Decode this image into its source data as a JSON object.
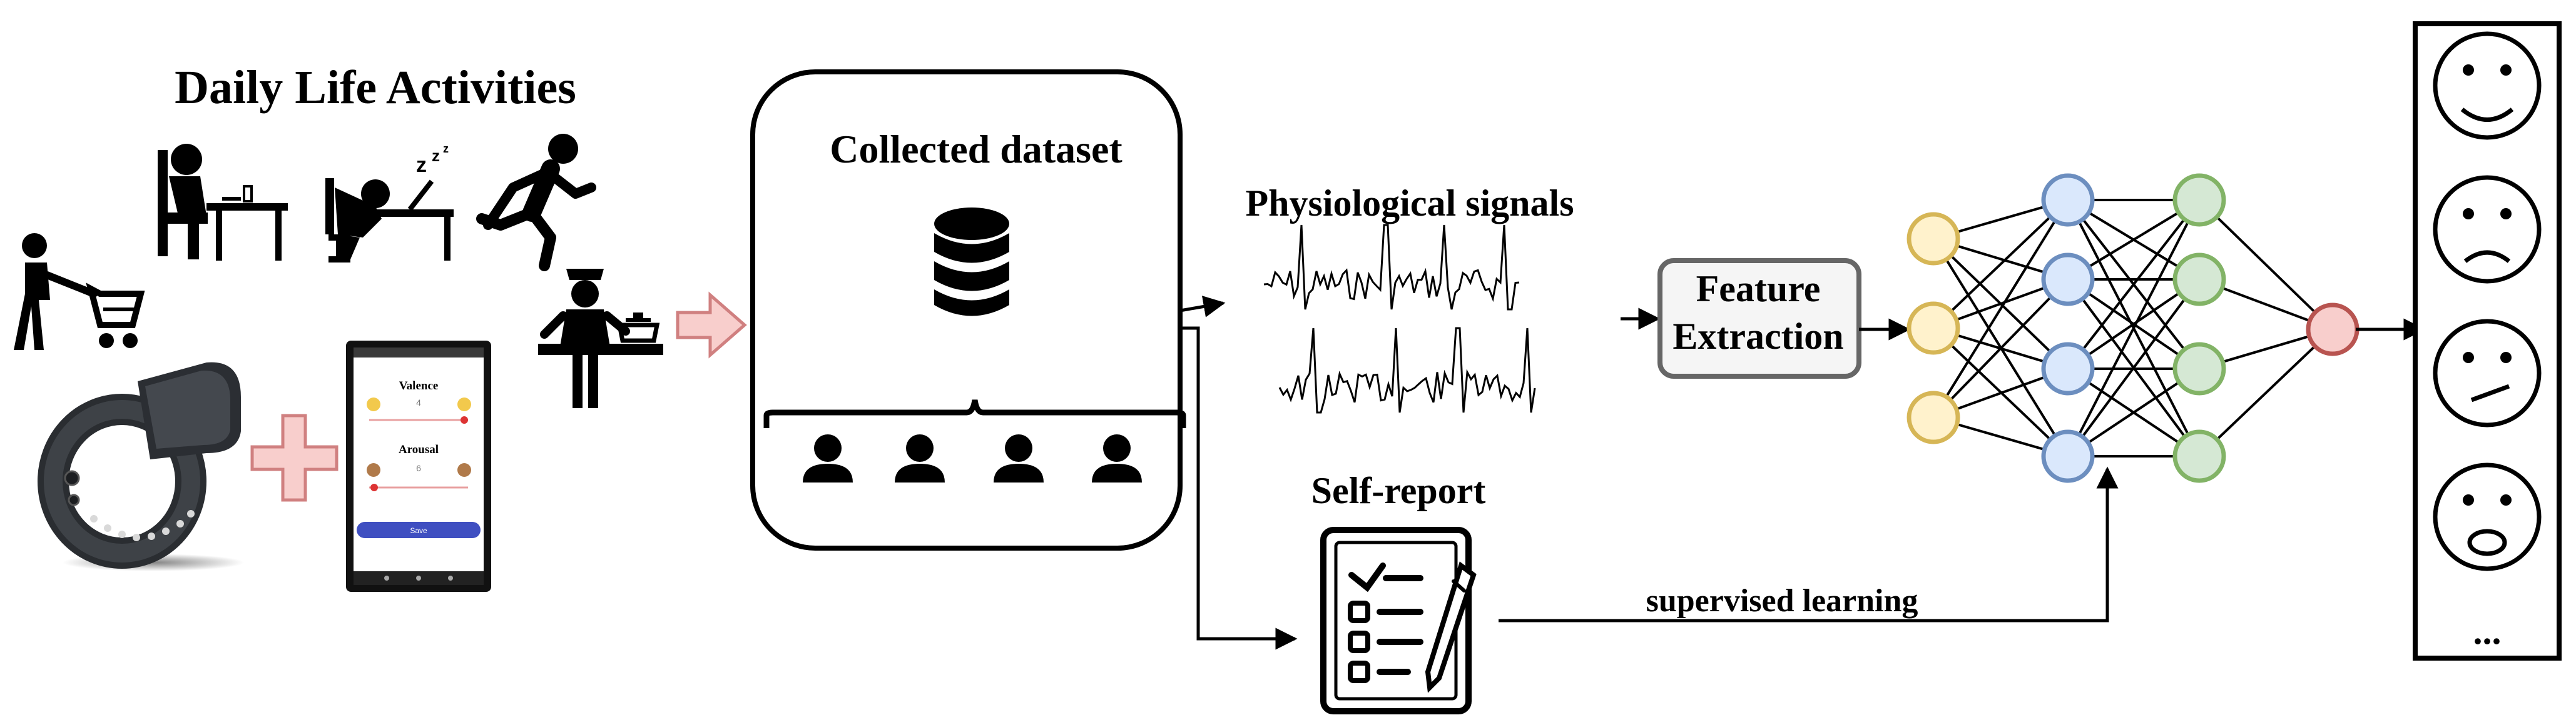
{
  "title_activities": "Daily Life Activities",
  "collected_dataset": "Collected dataset",
  "physiological_signals": "Physiological signals",
  "feature_extraction": [
    "Feature",
    "Extraction"
  ],
  "self_report": "Self-report",
  "supervised_learning": "supervised learning",
  "more": "...",
  "app": {
    "valence_label": "Valence",
    "valence_value": "4",
    "arousal_label": "Arousal",
    "arousal_value": "6",
    "button_label": "Save"
  },
  "colors": {
    "input_fill": "#fff2cc",
    "input_stroke": "#d6b656",
    "hidden1_fill": "#dae8fc",
    "hidden1_stroke": "#6c8ebf",
    "hidden2_fill": "#d5e8d4",
    "hidden2_stroke": "#82b366",
    "output_fill": "#f8cecc",
    "output_stroke": "#b85450",
    "arrow_fill": "#f8cecc",
    "arrow_stroke": "#d08080",
    "button_blue": "#3f4fc1"
  },
  "icons": [
    "shopping-cart-person-icon",
    "eating-person-icon",
    "sleeping-at-desk-icon",
    "running-person-icon",
    "cooking-person-icon",
    "wristband-icon",
    "smartphone-app-icon",
    "database-icon",
    "user-icon",
    "clipboard-checklist-icon",
    "happy-face-icon",
    "sad-face-icon",
    "neutral-face-icon",
    "surprised-face-icon"
  ]
}
